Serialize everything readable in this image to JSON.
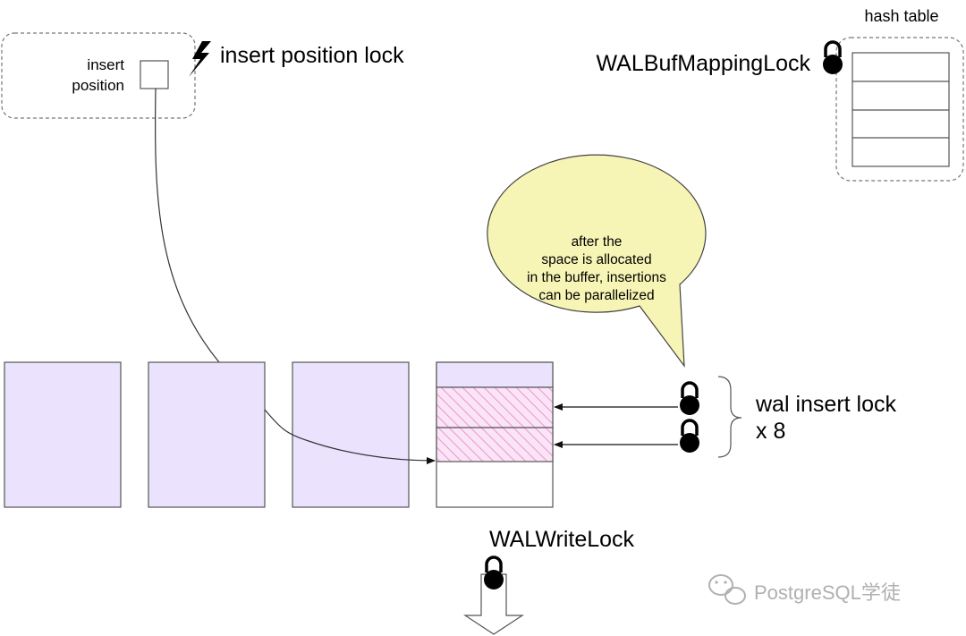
{
  "insert_position": {
    "label_line1": "insert",
    "label_line2": "position",
    "lock_label": "insert position lock"
  },
  "hash_table": {
    "label": "hash table",
    "lock_label": "WALBufMappingLock",
    "rows": 4
  },
  "callout": {
    "lines": [
      "after the",
      "space is allocated",
      "in the buffer, insertions",
      "can be parallelized"
    ]
  },
  "wal_insert_lock": {
    "label_line1": "wal insert lock",
    "label_line2": "x 8"
  },
  "write_lock": {
    "label": "WALWriteLock"
  },
  "watermark": {
    "text": "PostgreSQL学徒"
  },
  "colors": {
    "page_fill": "#ebe3fd",
    "hatch_fill": "#fbe4f6",
    "hatch_stroke": "#e79ad4",
    "callout_fill": "#f7f5b5",
    "outline": "#555555",
    "watermark": "#a8a8a8"
  },
  "icons": {
    "lock": "padlock-icon",
    "lightning": "lightning-bolt-icon",
    "arrow": "down-arrow-icon",
    "wechat": "wechat-logo-icon"
  }
}
